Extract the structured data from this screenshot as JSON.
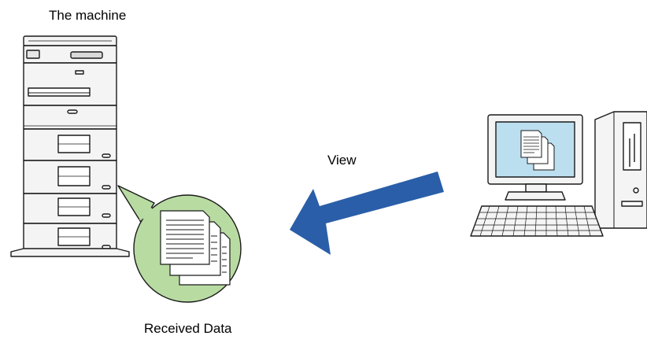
{
  "labels": {
    "machine": "The machine",
    "arrow": "View",
    "received": "Received Data"
  },
  "icons": {
    "machine": "multifunction-printer-icon",
    "computer": "desktop-computer-icon",
    "documents": "document-stack-icon",
    "arrow": "arrow-left-icon"
  },
  "colors": {
    "arrow": "#2a5ea8",
    "bubble_fill": "#b8dba2",
    "screen": "#bcdff0",
    "device_fill": "#f4f4f4",
    "outline": "#1a1a1a"
  }
}
